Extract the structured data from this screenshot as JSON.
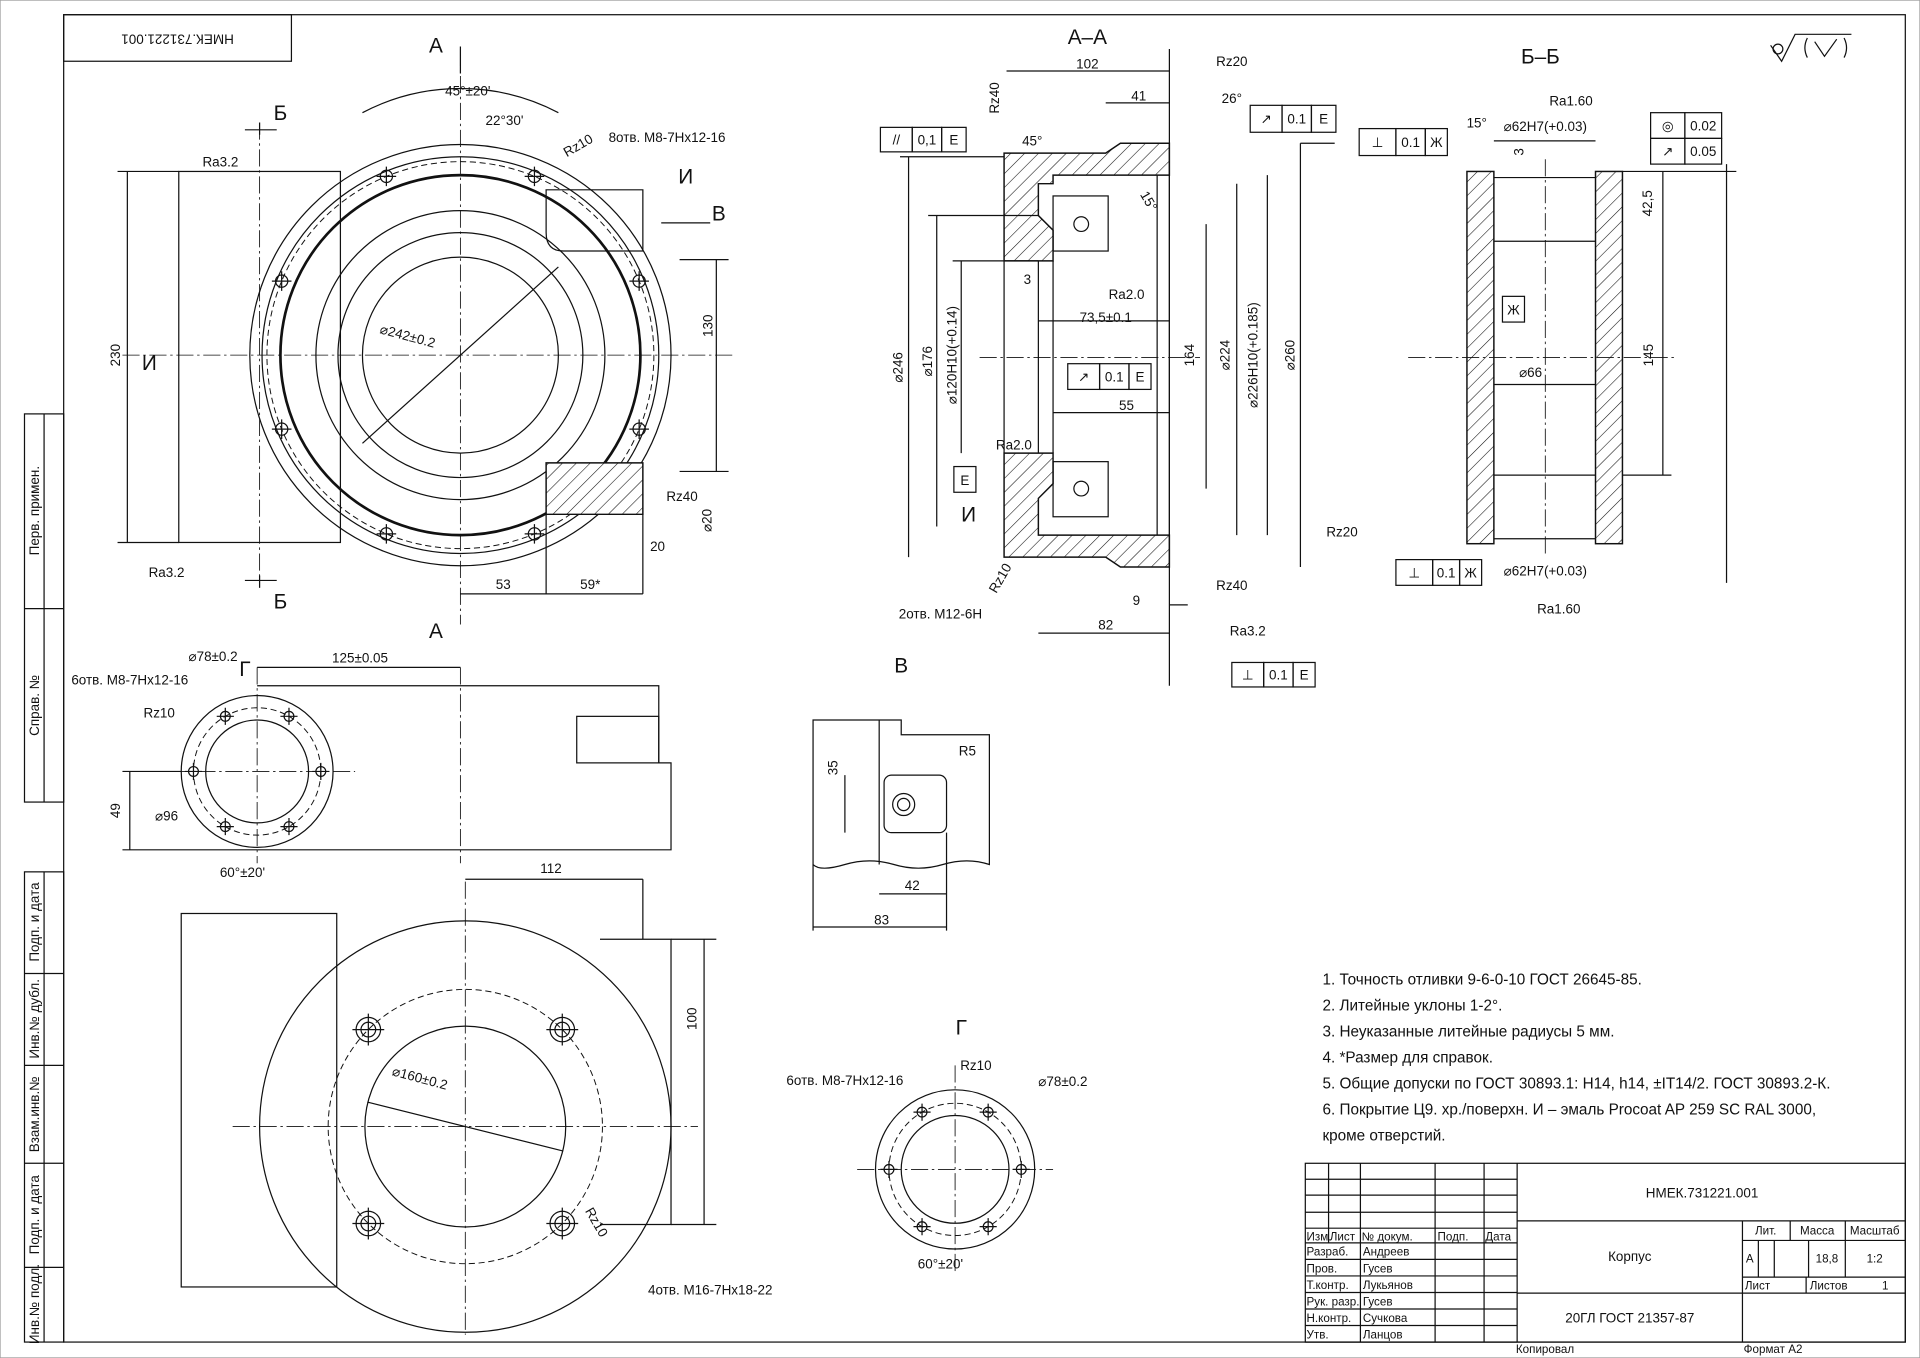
{
  "stamp_code": "НМЕК.731221.001",
  "roughness_default": "√(√)",
  "left_strip": [
    "Перв. примен.",
    "Справ. №",
    "Подп. и дата",
    "Инв.№ дубл.",
    "Взам.инв.№",
    "Подп. и дата",
    "Инв.№ подл."
  ],
  "labels": [
    "А",
    "Б",
    "45°±20'",
    "22°30'",
    "8отв. М8-7Нх12-16",
    "Rz10",
    "И",
    "В",
    "Ra3.2",
    "230",
    "И",
    "⌀242±0.2",
    "130",
    "Rz40",
    "⌀20",
    "20",
    "Ra3.2",
    "53",
    "59*",
    "Б",
    "А",
    "⌀78±0.2",
    "125±0.05",
    "Г",
    "6отв. М8-7Нх12-16",
    "Rz10",
    "49",
    "⌀96",
    "60°±20'",
    "112",
    "100",
    "⌀160±0.2",
    "Rz10",
    "4отв. М16-7Нх18-22",
    "А–А",
    "102",
    "Rz20",
    "Rz40",
    "41",
    "26°",
    "45°",
    "15°",
    "3",
    "Ra2.0",
    "73,5±0.1",
    "⌀246",
    "⌀176",
    "⌀120H10(+0.14)",
    "164",
    "⌀224",
    "⌀226H10(+0.185)",
    "⌀260",
    "55",
    "Ra2.0",
    "И",
    "Rz20",
    "Rz10",
    "2отв. М12-6Н",
    "Rz40",
    "9",
    "82",
    "Ra3.2",
    "В",
    "35",
    "R5",
    "42",
    "83",
    "Б–Б",
    "Ra1.60",
    "15°",
    "⌀62H7(+0.03)",
    "3",
    "42,5",
    "⌀66",
    "145",
    "⌀62H7(+0.03)",
    "Ra1.60",
    "Г",
    "6отв. М8-7Нх12-16",
    "Rz10",
    "⌀78±0.2",
    "60°±20'"
  ],
  "tolerance_frames": [
    [
      "//",
      "0,1",
      "Е"
    ],
    [
      "↗",
      "0.1",
      "Е"
    ],
    [
      "↗",
      "0.1",
      "Е"
    ],
    [
      "⊥",
      "0.1",
      "Е"
    ],
    [
      "⊥",
      "0.1",
      "Ж"
    ],
    [
      "◎",
      "0.02"
    ],
    [
      "↗",
      "0.05"
    ],
    [
      "⊥",
      "0.1",
      "Ж"
    ]
  ],
  "datums": [
    "Е",
    "Ж"
  ],
  "notes": [
    "1.   Точность отливки 9-6-0-10 ГОСТ 26645-85.",
    "2.   Литейные уклоны 1-2°.",
    "3.  Неуказанные литейные радиусы 5 мм.",
    "4.  *Размер для справок.",
    "5.  Общие допуски по ГОСТ 30893.1: H14, h14, ±IT14/2. ГОСТ 30893.2-К.",
    "6.  Покрытие Ц9. хр./поверхн. И – эмаль Procoat AP 259 SC RAL 3000,",
    "     кроме отверстий."
  ],
  "title_block": {
    "designation": "НМЕК.731221.001",
    "name": "Корпус",
    "material": "20ГЛ   ГОСТ 21357-87",
    "lit_header": "Лит.",
    "mass_header": "Масса",
    "scale_header": "Масштаб",
    "lit": "А",
    "mass": "18,8",
    "scale": "1:2",
    "sheet_label": "Лист",
    "sheets_label": "Листов",
    "sheets": "1",
    "col_headers": [
      "Изм.",
      "Лист",
      "№ докум.",
      "Подп.",
      "Дата"
    ],
    "roles": [
      {
        "role": "Разраб.",
        "name": "Андреев"
      },
      {
        "role": "Пров.",
        "name": "Гусев"
      },
      {
        "role": "Т.контр.",
        "name": "Лукьянов"
      },
      {
        "role": "Рук. разр.",
        "name": "Гусев"
      },
      {
        "role": "Н.контр.",
        "name": "Сучкова"
      },
      {
        "role": "Утв.",
        "name": "Ланцов"
      }
    ],
    "copied": "Копировал",
    "format": "Формат  А2"
  }
}
